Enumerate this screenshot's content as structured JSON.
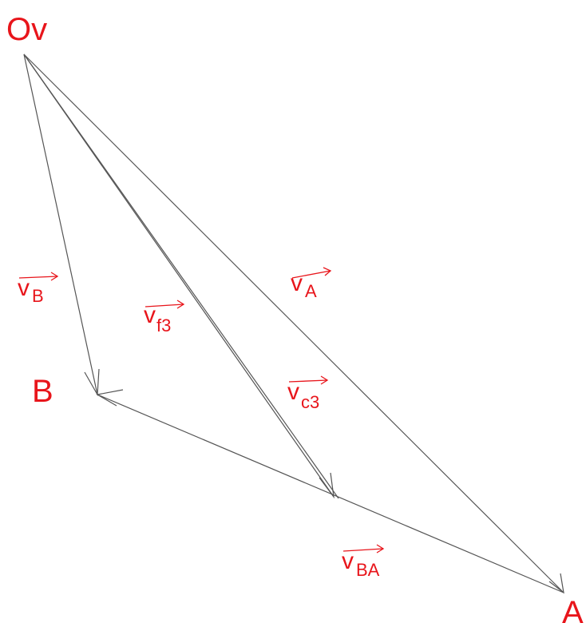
{
  "points": {
    "ov": "Ov",
    "b": "B",
    "a": "A"
  },
  "vectors": {
    "vb": {
      "main": "v",
      "sub": "B"
    },
    "vf3": {
      "main": "v",
      "sub": "f3"
    },
    "va": {
      "main": "v",
      "sub": "A"
    },
    "vc3": {
      "main": "v",
      "sub": "c3"
    },
    "vba": {
      "main": "v",
      "sub": "BA"
    }
  },
  "colors": {
    "labels": "#e8151b",
    "lines": "#555555"
  }
}
